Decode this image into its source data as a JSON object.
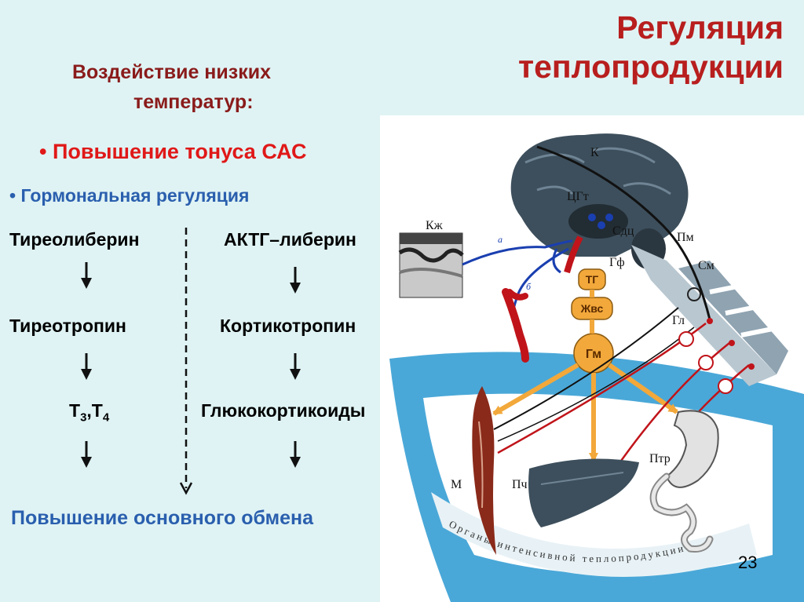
{
  "title": {
    "line1": "Регуляция",
    "line2": "теплопродукции"
  },
  "subtitle": {
    "line1": "Воздействие низких",
    "line2": "температур:"
  },
  "bullets": [
    "• Повышение тонуса САС",
    "• Гормональная регуляция"
  ],
  "chain_left": [
    "Тиреолиберин",
    "Тиреотропин",
    "T",
    "3",
    ",T",
    "4"
  ],
  "chain_right": [
    "АКТГ–либерин",
    "Кортикотропин",
    "Глюкокортикоиды"
  ],
  "result": "Повышение основного обмена",
  "diagram": {
    "labels": {
      "K": "К",
      "CGt": "ЦГт",
      "Sdc": "Сдц",
      "Gf": "Гф",
      "Pm": "Пм",
      "Sm": "См",
      "Gl": "Гл",
      "Kzh": "Кж",
      "a": "а",
      "b": "б",
      "TG": "ТГ",
      "Zhvs": "Жвс",
      "Gm": "Гм",
      "M": "М",
      "Pch": "Пч",
      "Ptr": "Птр"
    },
    "caption": "Органы интенсивной теплопродукции",
    "colors": {
      "hormone_box": "#f2a83a",
      "nerve": "#c0141a",
      "brain": "#3d4f5c",
      "blue_zone": "#4aa8d8"
    }
  },
  "page_number": "23"
}
